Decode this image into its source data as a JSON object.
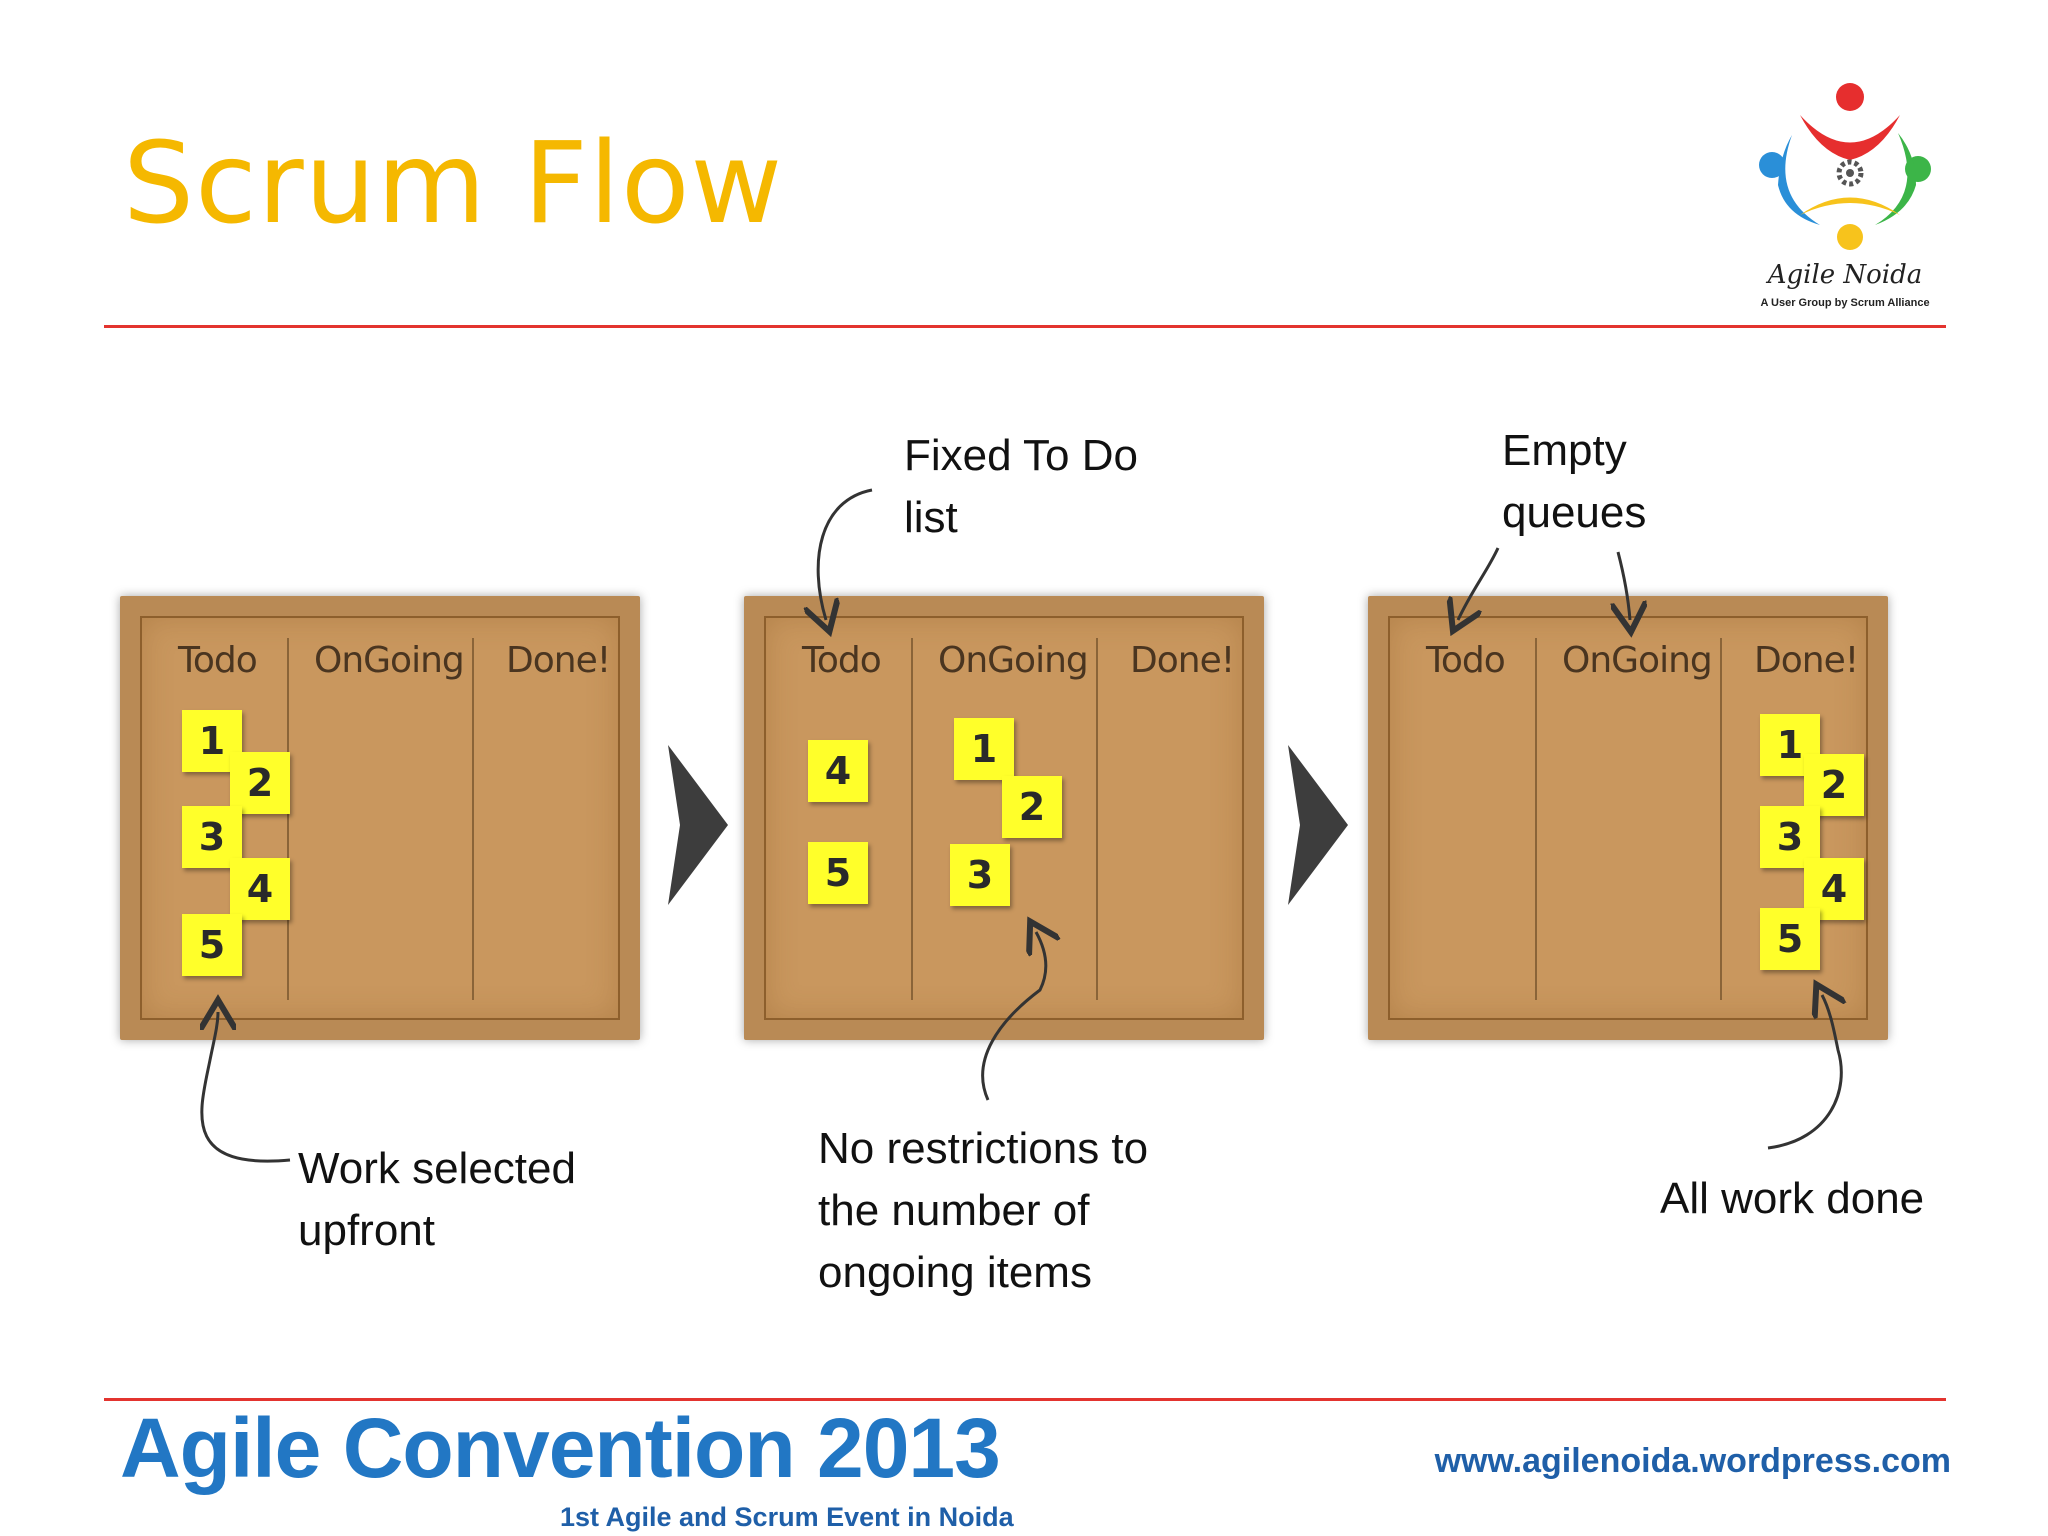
{
  "slide": {
    "title": "Scrum Flow"
  },
  "logo": {
    "name": "Agile Noida",
    "tagline": "A User Group by Scrum Alliance"
  },
  "boards": [
    {
      "columns": [
        "Todo",
        "OnGoing",
        "Done!"
      ],
      "todo": [
        "1",
        "2",
        "3",
        "4",
        "5"
      ],
      "ongoing": [],
      "done": []
    },
    {
      "columns": [
        "Todo",
        "OnGoing",
        "Done!"
      ],
      "todo": [
        "4",
        "5"
      ],
      "ongoing": [
        "1",
        "2",
        "3"
      ],
      "done": []
    },
    {
      "columns": [
        "Todo",
        "OnGoing",
        "Done!"
      ],
      "todo": [],
      "ongoing": [],
      "done": [
        "1",
        "2",
        "3",
        "4",
        "5"
      ]
    }
  ],
  "annotations": {
    "fixed_todo_line1": "Fixed To Do",
    "fixed_todo_line2": "list",
    "empty_queues_line1": "Empty",
    "empty_queues_line2": "queues",
    "work_selected_line1": "Work selected",
    "work_selected_line2": "upfront",
    "no_restrictions_line1": "No restrictions to",
    "no_restrictions_line2": "the number of",
    "no_restrictions_line3": "ongoing items",
    "all_done": "All work done"
  },
  "footer": {
    "event": "Agile Convention 2013",
    "subtitle": "1st Agile and Scrum Event in Noida",
    "url": "www.agilenoida.wordpress.com"
  },
  "colors": {
    "title": "#f5b800",
    "rule": "#e3342f",
    "board": "#c9975e",
    "sticky_note": "#ffff2a",
    "footer_blue": "#2277c4"
  }
}
